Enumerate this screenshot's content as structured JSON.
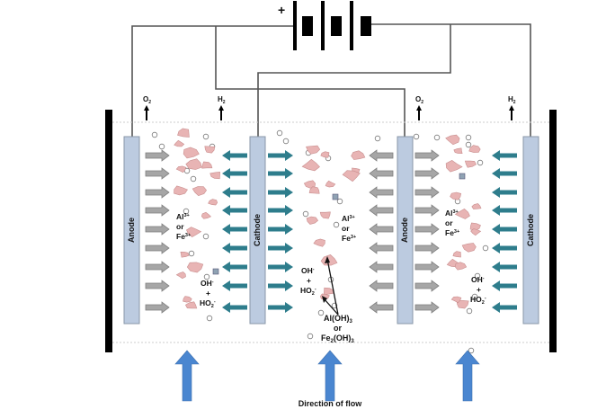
{
  "title": "Electrocoagulation cell with bipolar electrode arrangement",
  "battery": {
    "polarity_label": "+",
    "plate_count": 3
  },
  "colors": {
    "wire": "#555555",
    "wall": "#000000",
    "electrode_fill": "#bccbe0",
    "electrode_stroke": "#8a97a8",
    "anode_arrow": "#9a9a9a",
    "cathode_arrow": "#2e7d8c",
    "floc": "#e8b4b4",
    "floc_stroke": "#c98f8f",
    "bubble_stroke": "#777777",
    "flow_arrow": "#4a86d0",
    "dotted_line": "#cccccc"
  },
  "gases": [
    {
      "label": "O",
      "sub": "2"
    },
    {
      "label": "H",
      "sub": "2"
    },
    {
      "label": "O",
      "sub": "2"
    },
    {
      "label": "H",
      "sub": "2"
    }
  ],
  "electrodes": [
    {
      "label": "Anode"
    },
    {
      "label": "Cathode"
    },
    {
      "label": "Anode"
    },
    {
      "label": "Cathode"
    }
  ],
  "ions": {
    "metal": {
      "line1": "Al",
      "sup1": "3+",
      "or": "or",
      "line2": "Fe",
      "sup2": "3+"
    },
    "hydroxide": {
      "line1": "OH",
      "sup1": "-",
      "plus": "+",
      "line2": "HO",
      "sub2": "2",
      "sup2": "-"
    }
  },
  "precipitate": {
    "line1": "Al(OH)",
    "sub1": "3",
    "or": "or",
    "line2": "Fe",
    "sub2a": "2",
    "line2b": "(OH)",
    "sub2b": "3"
  },
  "flow": {
    "label": "Direction of flow",
    "arrow_count": 3
  }
}
